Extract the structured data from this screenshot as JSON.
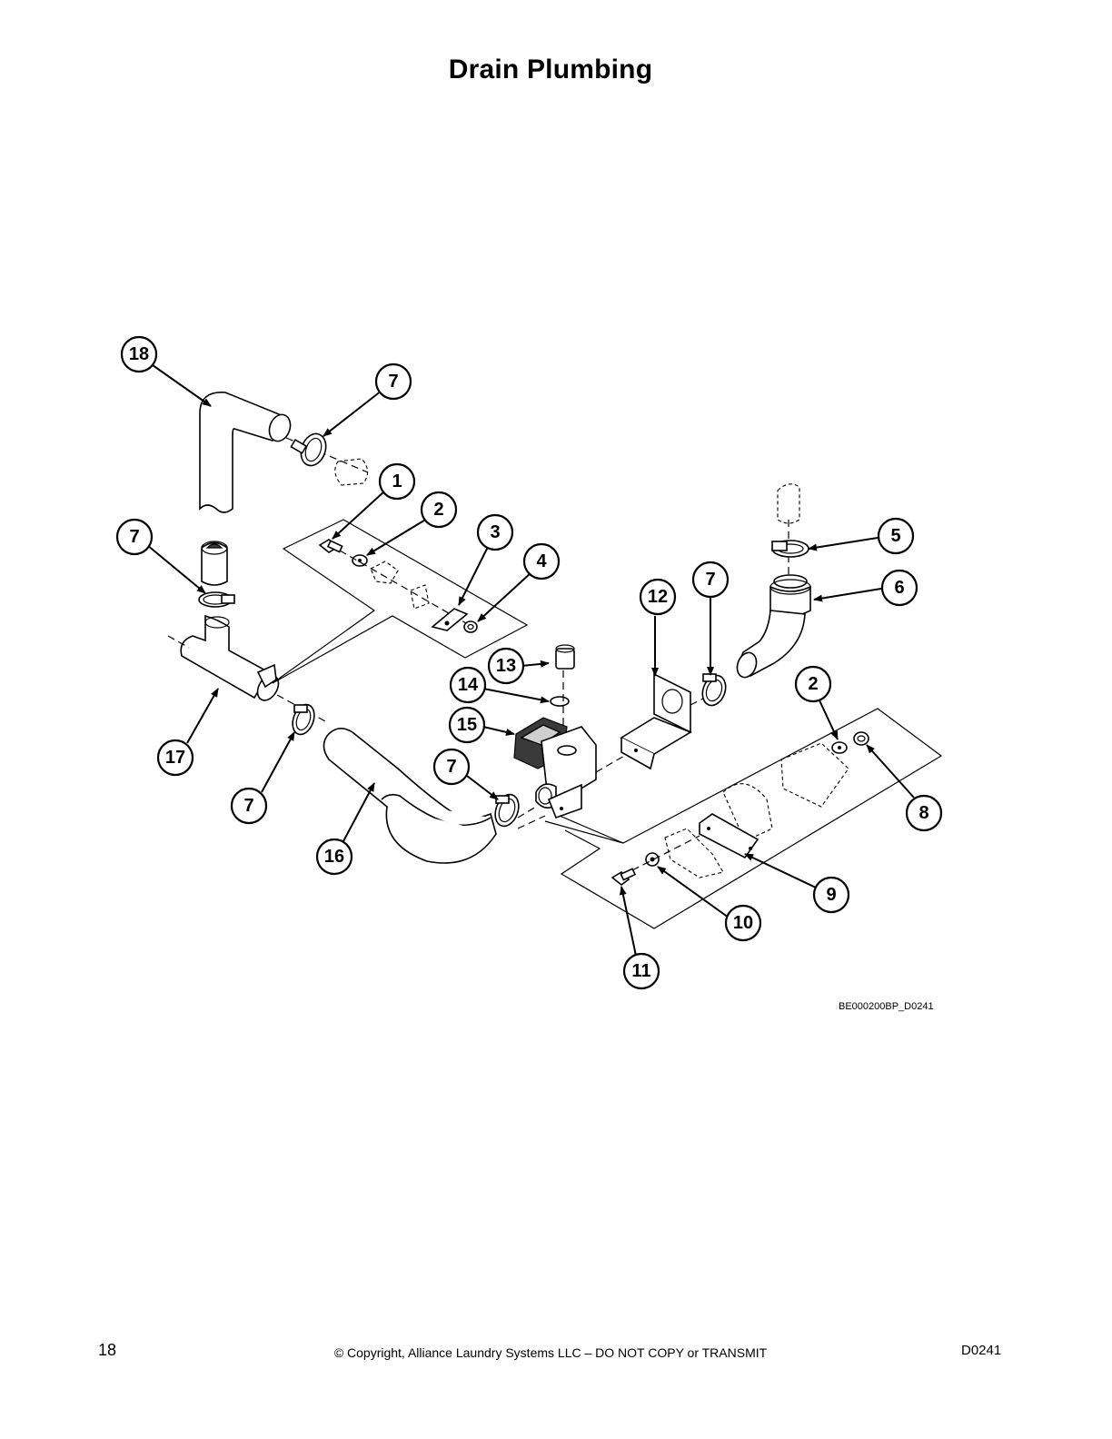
{
  "page": {
    "title": "Drain Plumbing",
    "figure_code": "BE000200BP_D0241",
    "page_number": "18",
    "copyright": "© Copyright, Alliance Laundry Systems LLC – DO NOT COPY or TRANSMIT",
    "doc_code": "D0241"
  },
  "callouts": [
    {
      "id": "c18",
      "label": "18"
    },
    {
      "id": "c7a",
      "label": "7"
    },
    {
      "id": "c1",
      "label": "1"
    },
    {
      "id": "c2a",
      "label": "2"
    },
    {
      "id": "c3",
      "label": "3"
    },
    {
      "id": "c4",
      "label": "4"
    },
    {
      "id": "c7b",
      "label": "7"
    },
    {
      "id": "c5",
      "label": "5"
    },
    {
      "id": "c6",
      "label": "6"
    },
    {
      "id": "c12",
      "label": "12"
    },
    {
      "id": "c7c",
      "label": "7"
    },
    {
      "id": "c13",
      "label": "13"
    },
    {
      "id": "c14",
      "label": "14"
    },
    {
      "id": "c15",
      "label": "15"
    },
    {
      "id": "c2b",
      "label": "2"
    },
    {
      "id": "c17",
      "label": "17"
    },
    {
      "id": "c7d",
      "label": "7"
    },
    {
      "id": "c7e",
      "label": "7"
    },
    {
      "id": "c8",
      "label": "8"
    },
    {
      "id": "c16",
      "label": "16"
    },
    {
      "id": "c9",
      "label": "9"
    },
    {
      "id": "c10",
      "label": "10"
    },
    {
      "id": "c11",
      "label": "11"
    }
  ]
}
